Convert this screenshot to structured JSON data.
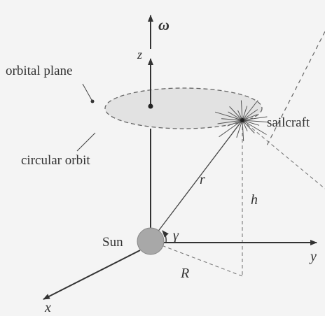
{
  "labels": {
    "omega": "ω",
    "z": "z",
    "orbital_plane": "orbital plane",
    "sailcraft": "sailcraft",
    "circular_orbit": "circular orbit",
    "r": "r",
    "h": "h",
    "sun": "Sun",
    "gamma": "γ",
    "y": "y",
    "R": "R",
    "x": "x"
  },
  "colors": {
    "line": "#333333",
    "plane_fill": "#e2e2e2",
    "sun_fill": "#a8a8a8",
    "background": "#f4f4f4"
  }
}
